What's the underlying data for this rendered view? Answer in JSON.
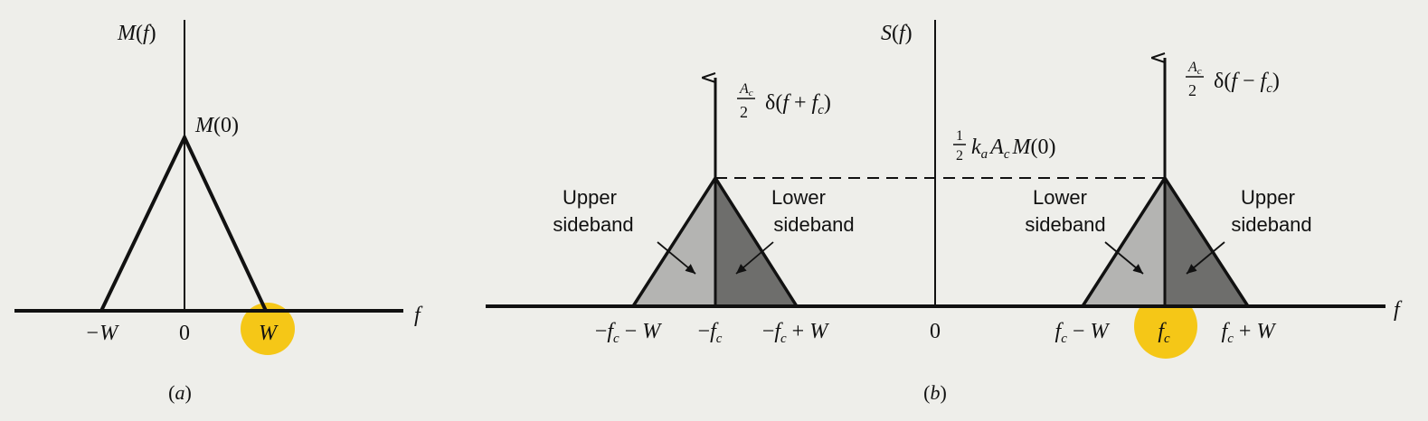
{
  "colors": {
    "background": "#eeeeea",
    "ink": "#111111",
    "sideband_light": "#b4b4b2",
    "sideband_dark": "#6e6e6c",
    "highlight": "#f5c200"
  },
  "panel_a": {
    "y_label_func": "M",
    "y_label_var": "f",
    "peak_label_func": "M",
    "peak_label_arg": "0",
    "x_axis_var": "f",
    "tick_neg": "−W",
    "tick_zero": "0",
    "tick_pos": "W",
    "caption": "a"
  },
  "panel_b": {
    "y_label_func": "S",
    "y_label_var": "f",
    "x_axis_var": "f",
    "impulse_left": {
      "frac_num_base": "A",
      "frac_num_sub": "c",
      "frac_den": "2",
      "delta": "δ",
      "arg_f": "f",
      "arg_op": "+",
      "arg_fc": "f",
      "arg_fc_sub": "c"
    },
    "impulse_right": {
      "frac_num_base": "A",
      "frac_num_sub": "c",
      "frac_den": "2",
      "delta": "δ",
      "arg_f": "f",
      "arg_op": "−",
      "arg_fc": "f",
      "arg_fc_sub": "c"
    },
    "level_label": {
      "half_num": "1",
      "half_den": "2",
      "k": "k",
      "k_sub": "a",
      "A": "A",
      "A_sub": "c",
      "M": "M",
      "M_arg": "0"
    },
    "sidebands": {
      "left_upper_line1": "Upper",
      "left_upper_line2": "sideband",
      "left_lower_line1": "Lower",
      "left_lower_line2": "sideband",
      "right_lower_line1": "Lower",
      "right_lower_line2": "sideband",
      "right_upper_line1": "Upper",
      "right_upper_line2": "sideband"
    },
    "ticks": {
      "neg_fc_minus_w": {
        "sign": "−",
        "f": "f",
        "sub": "c",
        "op": "−",
        "w": "W"
      },
      "neg_fc": {
        "sign": "−",
        "f": "f",
        "sub": "c"
      },
      "neg_fc_plus_w": {
        "sign": "−",
        "f": "f",
        "sub": "c",
        "op": "+",
        "w": "W"
      },
      "zero": "0",
      "fc_minus_w": {
        "f": "f",
        "sub": "c",
        "op": "−",
        "w": "W"
      },
      "fc": {
        "f": "f",
        "sub": "c"
      },
      "fc_plus_w": {
        "f": "f",
        "sub": "c",
        "op": "+",
        "w": "W"
      }
    },
    "caption": "b"
  }
}
